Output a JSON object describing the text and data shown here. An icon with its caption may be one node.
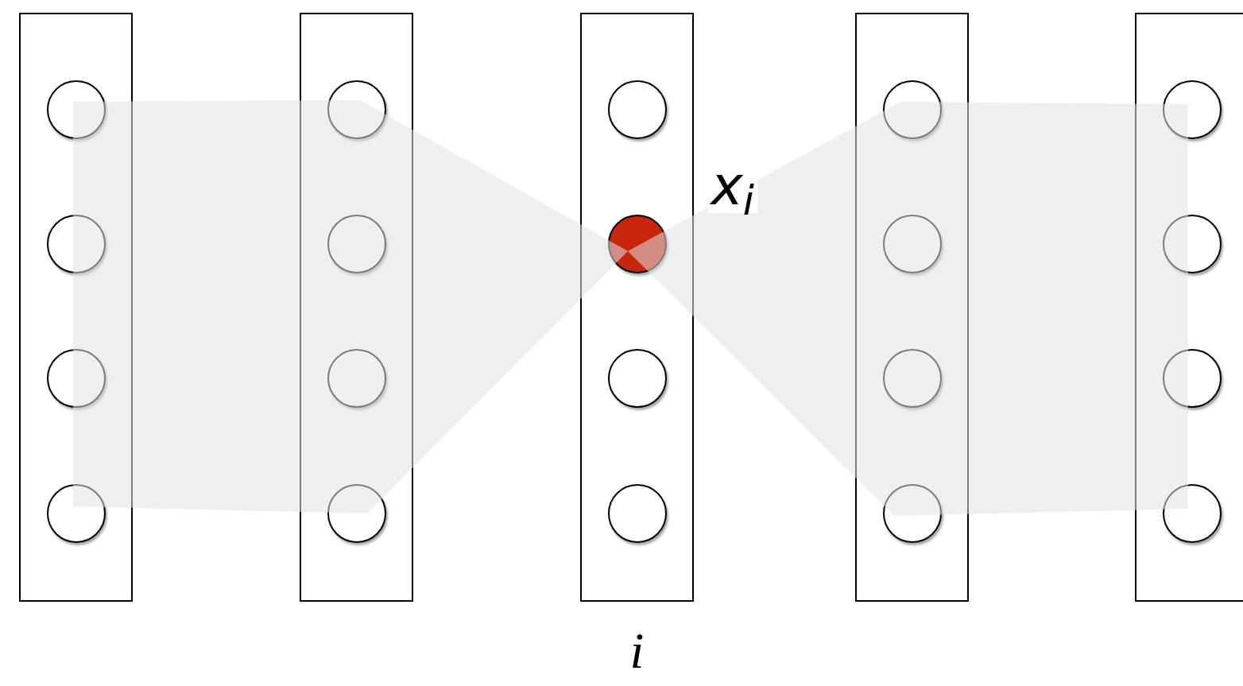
{
  "diagram": {
    "nodes": [
      {
        "text": [],
        "shape": "box"
      },
      {
        "text": [],
        "shape": "circle",
        "in": 0
      },
      {
        "text": [],
        "shape": "circle",
        "in": 0
      },
      {
        "text": [],
        "shape": "circle",
        "in": 0
      },
      {
        "text": [],
        "shape": "circle",
        "in": 0
      },
      {
        "text": [],
        "shape": "box"
      },
      {
        "text": [],
        "shape": "circle",
        "in": 5
      },
      {
        "text": [],
        "shape": "circle",
        "in": 5
      },
      {
        "text": [],
        "shape": "circle",
        "in": 5
      },
      {
        "text": [],
        "shape": "circle",
        "in": 5
      },
      {
        "text": [],
        "shape": "box",
        "beside": [
          "i"
        ]
      },
      {
        "text": [],
        "shape": "circle",
        "in": 10
      },
      {
        "text": [],
        "shape": "circle",
        "in": 10,
        "beside": [
          "x$_{i}$"
        ]
      },
      {
        "text": [],
        "shape": "circle",
        "in": 10
      },
      {
        "text": [],
        "shape": "circle",
        "in": 10
      },
      {
        "text": [],
        "shape": "box"
      },
      {
        "text": [],
        "shape": "circle",
        "in": 15
      },
      {
        "text": [],
        "shape": "circle",
        "in": 15
      },
      {
        "text": [],
        "shape": "circle",
        "in": 15
      },
      {
        "text": [],
        "shape": "circle",
        "in": 15
      },
      {
        "text": [],
        "shape": "box"
      },
      {
        "text": [],
        "shape": "circle",
        "in": 20
      },
      {
        "text": [],
        "shape": "circle",
        "in": 20
      },
      {
        "text": [],
        "shape": "circle",
        "in": 20
      },
      {
        "text": [],
        "shape": "circle",
        "in": 20
      }
    ],
    "edges": []
  }
}
